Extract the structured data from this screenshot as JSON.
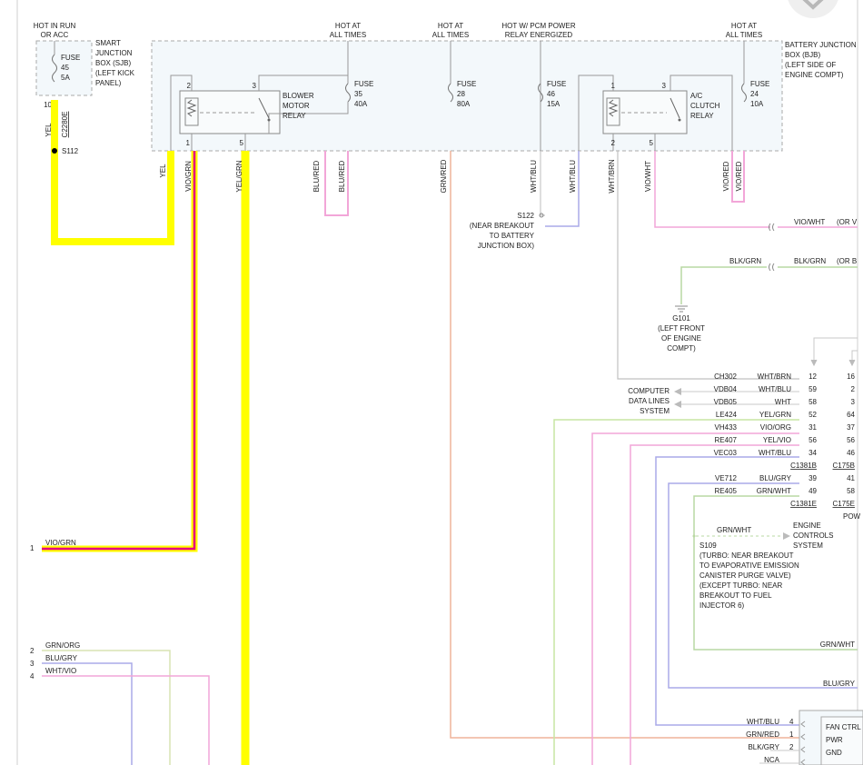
{
  "supply": {
    "hot_run_acc": [
      "HOT IN RUN",
      "OR ACC"
    ],
    "hot_at_all_times": [
      "HOT AT",
      "ALL TIMES"
    ],
    "hot_pcm_relay": [
      "HOT W/ PCM POWER",
      "RELAY ENERGIZED"
    ]
  },
  "sjb": {
    "label": [
      "SMART",
      "JUNCTION",
      "BOX (SJB)",
      "(LEFT KICK",
      "PANEL)"
    ],
    "fuse": [
      "FUSE",
      "45",
      "5A"
    ],
    "pin": "10",
    "connector": "C2280E",
    "wire": "YEL",
    "splice": "S112"
  },
  "bjb": {
    "label": [
      "BATTERY JUNCTION",
      "BOX (BJB)",
      "(LEFT SIDE OF",
      "ENGINE COMPT)"
    ],
    "fuses": [
      [
        "FUSE",
        "35",
        "40A"
      ],
      [
        "FUSE",
        "28",
        "80A"
      ],
      [
        "FUSE",
        "46",
        "15A"
      ],
      [
        "FUSE",
        "24",
        "10A"
      ]
    ],
    "blower_relay": [
      "BLOWER",
      "MOTOR",
      "RELAY"
    ],
    "ac_relay": [
      "A/C",
      "CLUTCH",
      "RELAY"
    ],
    "relay_pins": [
      "2",
      "3",
      "1",
      "5"
    ]
  },
  "wires": {
    "yel": "YEL",
    "vio_grn": "VIO/GRN",
    "yel_grn": "YEL/GRN",
    "blu_red": "BLU/RED",
    "grn_red": "GRN/RED",
    "wht_blu": "WHT/BLU",
    "wht_brn": "WHT/BRN",
    "vio_wht": "VIO/WHT",
    "vio_red": "VIO/RED",
    "blk_grn": "BLK/GRN",
    "grn_wht": "GRN/WHT",
    "blu_gry": "BLU/GRY"
  },
  "right_refs": {
    "vio_wht": "VIO/WHT",
    "vio_wht_or": "(OR V",
    "blk_grn": "BLK/GRN",
    "blk_grn_or": "(OR B"
  },
  "s122": [
    "S122",
    "(NEAR BREAKOUT",
    "TO BATTERY",
    "JUNCTION BOX)"
  ],
  "g101": [
    "G101",
    "(LEFT FRONT",
    "OF ENGINE",
    "COMPT)"
  ],
  "data_lines": [
    "COMPUTER",
    "DATA LINES",
    "SYSTEM"
  ],
  "circuits": [
    {
      "id": "CH302",
      "color": "WHT/BRN",
      "pin": "12",
      "pin2": "16"
    },
    {
      "id": "VDB04",
      "color": "WHT/BLU",
      "pin": "59",
      "pin2": "2"
    },
    {
      "id": "VDB05",
      "color": "WHT",
      "pin": "58",
      "pin2": "3"
    },
    {
      "id": "LE424",
      "color": "YEL/GRN",
      "pin": "52",
      "pin2": "64"
    },
    {
      "id": "VH433",
      "color": "VIO/ORG",
      "pin": "31",
      "pin2": "37"
    },
    {
      "id": "RE407",
      "color": "YEL/VIO",
      "pin": "56",
      "pin2": "56"
    },
    {
      "id": "VEC03",
      "color": "WHT/BLU",
      "pin": "34",
      "pin2": "46"
    },
    {
      "id": "VE712",
      "color": "BLU/GRY",
      "pin": "39",
      "pin2": "41"
    },
    {
      "id": "RE405",
      "color": "GRN/WHT",
      "pin": "49",
      "pin2": "58"
    }
  ],
  "connectors": [
    "C1381B",
    "C175B",
    "C1381E",
    "C175E"
  ],
  "pow": "POW",
  "engine_controls": [
    "ENGINE",
    "CONTROLS",
    "SYSTEM"
  ],
  "s109": [
    "S109",
    "(TURBO: NEAR BREAKOUT",
    "TO EVAPORATIVE EMISSION",
    "CANISTER PURGE VALVE)",
    "(EXCEPT TURBO: NEAR",
    "BREAKOUT TO FUEL",
    "INJECTOR 6)"
  ],
  "left_pins": [
    {
      "pin": "1",
      "color": "VIO/GRN"
    },
    {
      "pin": "2",
      "color": "GRN/ORG"
    },
    {
      "pin": "3",
      "color": "BLU/GRY"
    },
    {
      "pin": "4",
      "color": "WHT/VIO"
    }
  ],
  "fan": {
    "rows": [
      {
        "color": "WHT/BLU",
        "pin": "4",
        "label": "FAN CTRL"
      },
      {
        "color": "GRN/RED",
        "pin": "1",
        "label": "PWR"
      },
      {
        "color": "BLK/GRY",
        "pin": "2",
        "label": "GND"
      },
      {
        "color": "NCA",
        "pin": "",
        "label": ""
      }
    ]
  },
  "colors": {
    "yellow": "#ffff00",
    "violet_green": "#e6007e",
    "pink": "#f2a6d8",
    "green": "#b9d8a3",
    "blue": "#aaaae8",
    "gray": "#999999",
    "salmon": "#efb39a",
    "box_fill": "#f3f8fb"
  },
  "icons": [
    "close-icon",
    "fuse-icon",
    "relay-coil-icon",
    "relay-switch-icon",
    "ground-icon",
    "splice-icon",
    "arrow-icon"
  ]
}
